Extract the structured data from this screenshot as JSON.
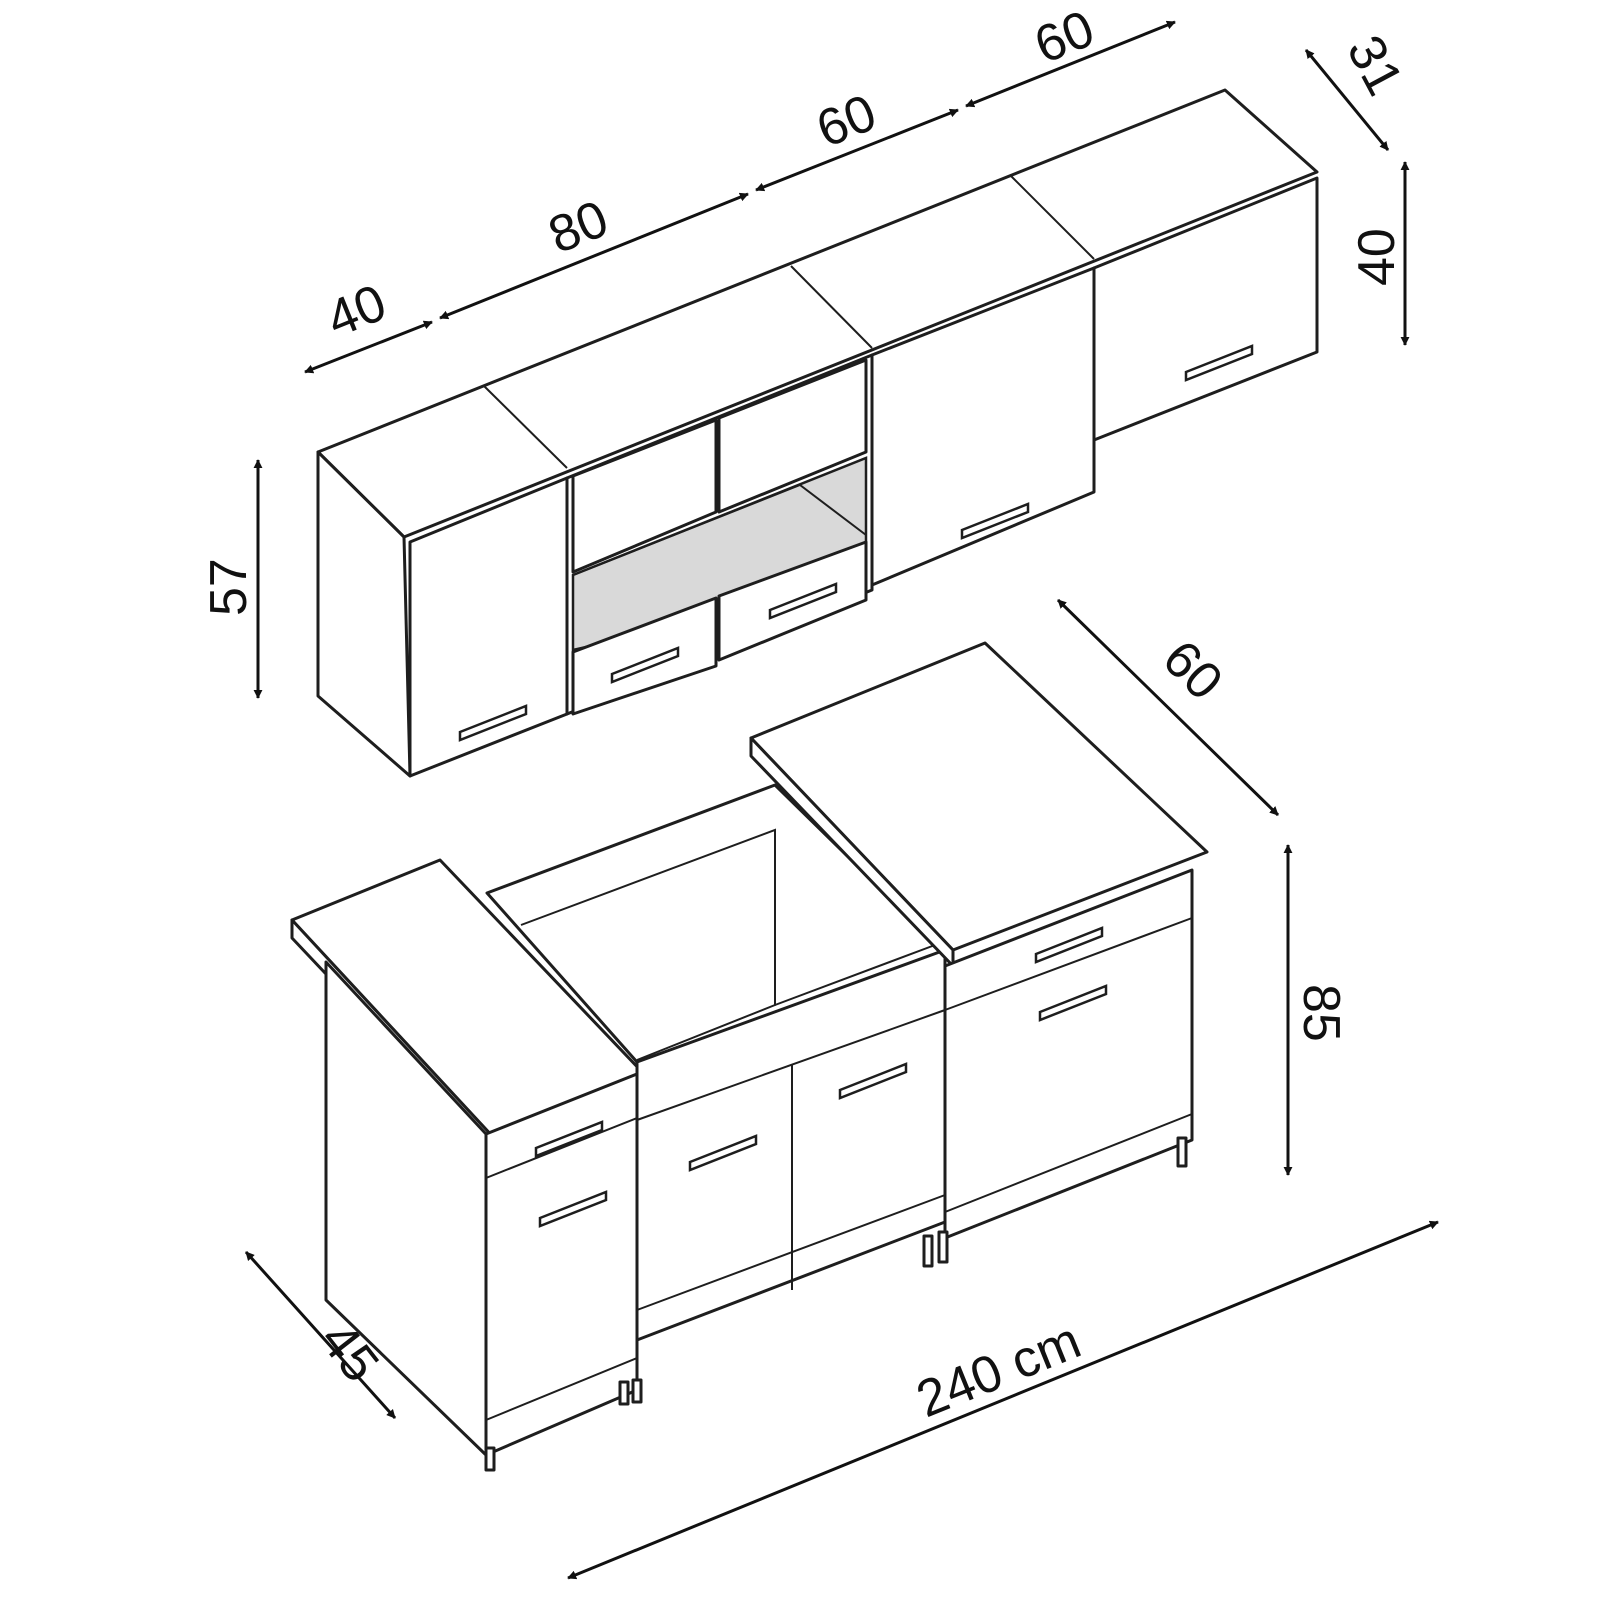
{
  "diagram": {
    "unit_label": "240 cm",
    "dimensions": {
      "upper_widths": [
        "40",
        "80",
        "60",
        "60"
      ],
      "upper_depth": "31",
      "upper_tall_height": "57",
      "upper_short_height": "40",
      "counter_depth": "60",
      "base_height": "85",
      "base_depth": "45"
    }
  }
}
